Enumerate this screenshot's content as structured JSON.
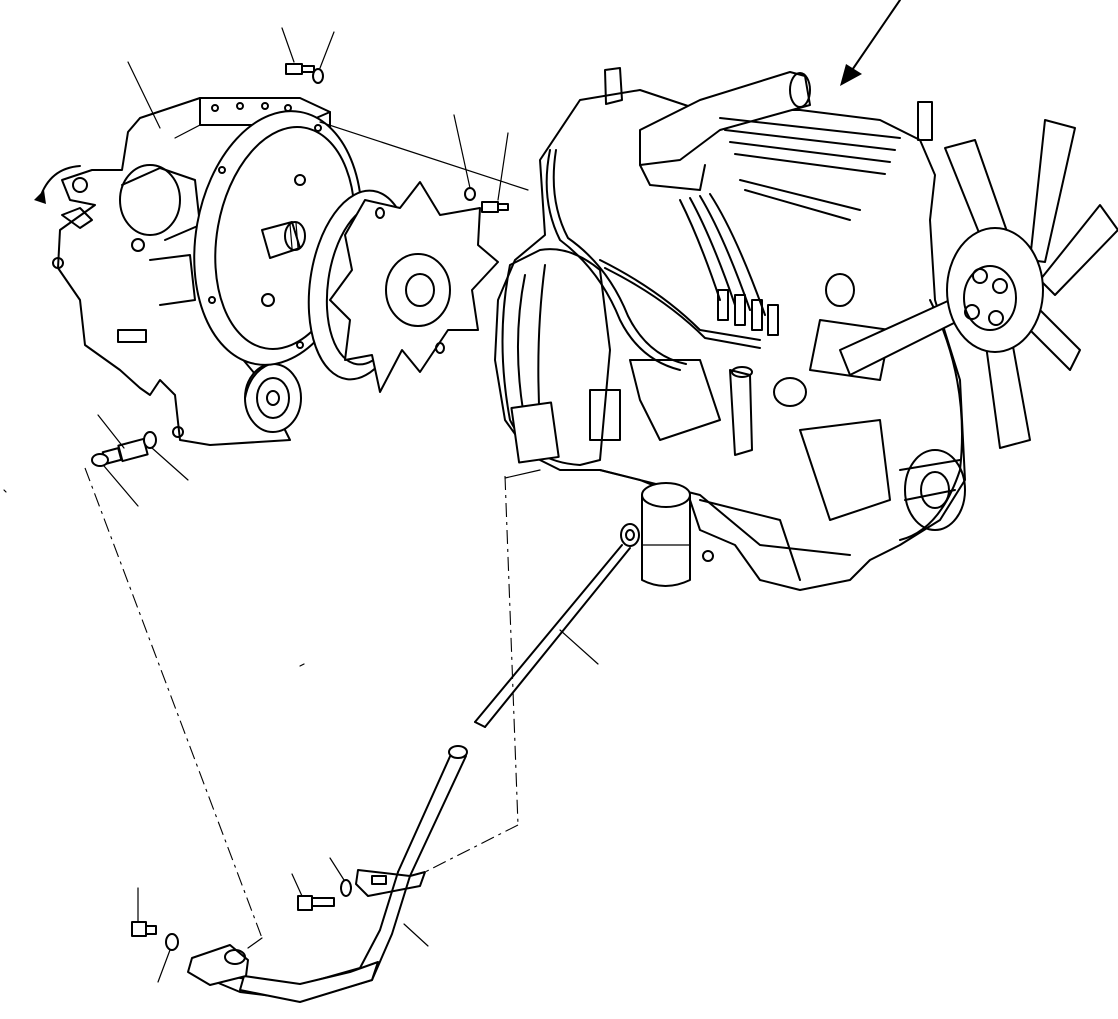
{
  "diagram": {
    "labels": [],
    "ink_color": "#000000",
    "background_color": "#ffffff",
    "components": [
      {
        "id": "transmission",
        "icon": "transmission-housing"
      },
      {
        "id": "flywheel-housing",
        "icon": "flywheel-ring"
      },
      {
        "id": "damper-plate",
        "icon": "star-coupling"
      },
      {
        "id": "engine",
        "icon": "engine-block"
      },
      {
        "id": "cooling-fan",
        "icon": "fan-blades"
      },
      {
        "id": "oil-filter",
        "icon": "filter-canister"
      },
      {
        "id": "dipstick",
        "icon": "dipstick"
      },
      {
        "id": "dipstick-tube",
        "icon": "guide-tube"
      },
      {
        "id": "bolt-top-1",
        "icon": "bolt"
      },
      {
        "id": "washer-top-1",
        "icon": "washer"
      },
      {
        "id": "bolt-top-2",
        "icon": "bolt"
      },
      {
        "id": "washer-top-2",
        "icon": "washer"
      },
      {
        "id": "sensor-plug",
        "icon": "plug"
      },
      {
        "id": "o-ring-1",
        "icon": "o-ring"
      },
      {
        "id": "o-ring-2",
        "icon": "o-ring"
      },
      {
        "id": "bolt-bracket",
        "icon": "bolt"
      },
      {
        "id": "washer-bracket",
        "icon": "washer"
      },
      {
        "id": "bolt-bottom",
        "icon": "bolt"
      },
      {
        "id": "washer-bottom",
        "icon": "washer"
      }
    ]
  }
}
